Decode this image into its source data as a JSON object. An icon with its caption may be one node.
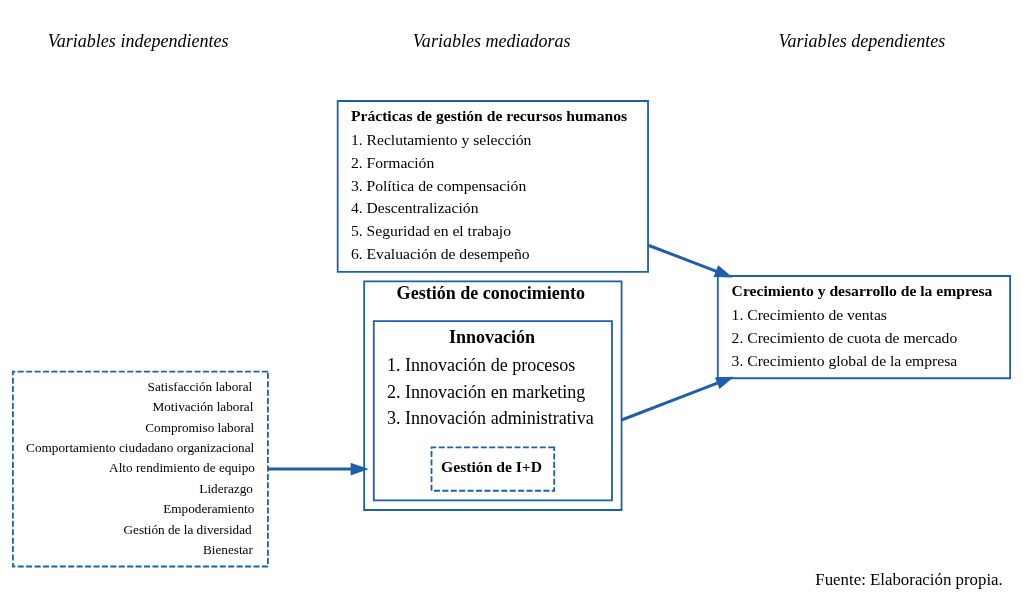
{
  "diagram": {
    "caption": "Fuente: Elaboración propia.",
    "nodes": [
      {
        "text": [
          "Prácticas de gestión de recursos humanos",
          "1. Reclutamiento y selección",
          "2. Formación",
          "3. Política de compensación",
          "4. Descentralización",
          "5. Seguridad en el trabajo",
          "6. Evaluación de desempeño"
        ]
      },
      {
        "text": [
          "Satisfacción laboral",
          "Motivación laboral",
          "Compromiso laboral",
          "Comportamiento ciudadano organizacional",
          "Alto rendimiento de equipo",
          "Liderazgo",
          "Empoderamiento",
          "Gestión de la diversidad",
          "Bienestar"
        ]
      },
      {
        "text": [
          "Gestión de conocimiento"
        ]
      },
      {
        "text": [
          "Innovación",
          "1. Innovación de procesos",
          "2. Innovación en marketing",
          "3. Innovación administrativa"
        ],
        "in": 2
      },
      {
        "text": [
          "Gestión de I+D"
        ],
        "in": 3
      },
      {
        "text": [
          "Crecimiento y desarrollo de la empresa",
          "1. Crecimiento de ventas",
          "2. Crecimiento de cuota de mercado",
          "3. Crecimiento global de la empresa"
        ]
      }
    ],
    "edges": [
      {
        "from": 1,
        "to": 2,
        "arrow": "to"
      },
      {
        "from": 2,
        "to": 5,
        "arrow": "to"
      },
      {
        "from": 0,
        "to": 5,
        "arrow": "to"
      }
    ],
    "labels": [
      "Variables independientes",
      "Variables mediadoras",
      "Variables dependientes"
    ]
  }
}
